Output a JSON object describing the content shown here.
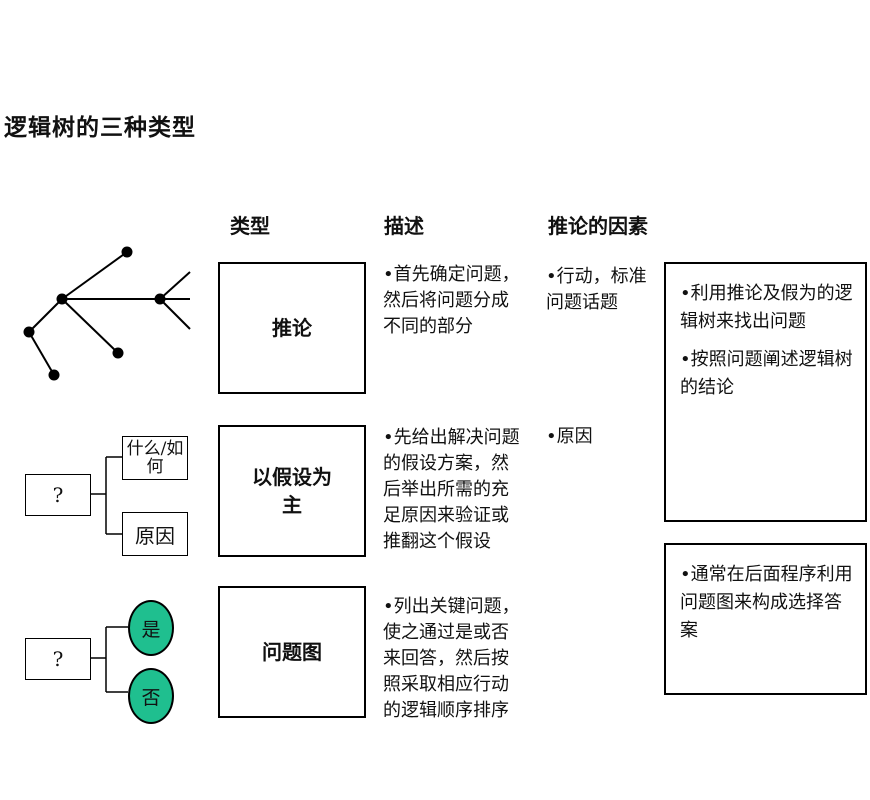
{
  "title": "逻辑树的三种类型",
  "headers": {
    "type": "类型",
    "description": "描述",
    "factors": "推论的因素"
  },
  "rows": [
    {
      "type": "推论",
      "description": "•首先确定问题，然后将问题分成不同的部分",
      "factors": "•行动，标准问题话题"
    },
    {
      "type": "以假设为主",
      "description": "•先给出解决问题的假设方案，然后举出所需的充足原因来验证或推翻这个假设",
      "factors": "•原因"
    },
    {
      "type": "问题图",
      "description": "•列出关键问题，使之通过是或否来回答，然后按照采取相应行动的逻辑顺序排序",
      "factors": ""
    }
  ],
  "notes": {
    "top": [
      "•利用推论及假为的逻辑树来找出问题",
      "•按照问题阐述逻辑树的结论"
    ],
    "bottom": [
      "•通常在后面程序利用问题图来构成选择答案"
    ]
  },
  "diagram": {
    "hypothesis": {
      "question": "?",
      "what_how": "什么/如何",
      "reason": "原因"
    },
    "issue_map": {
      "question": "?",
      "yes": "是",
      "no": "否"
    }
  }
}
